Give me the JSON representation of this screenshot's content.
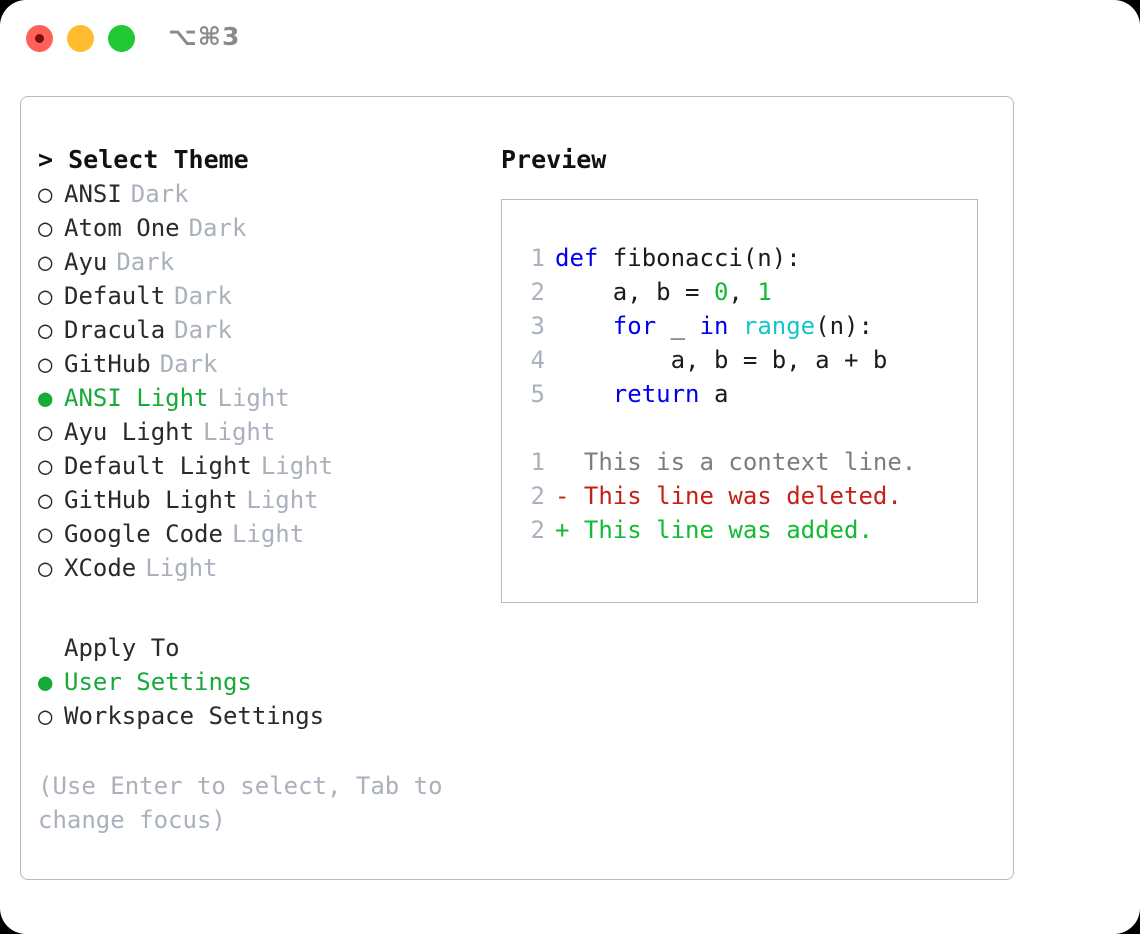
{
  "window": {
    "title": "⌥⌘3",
    "traffic_lights": [
      {
        "name": "close",
        "color": "#ff6158"
      },
      {
        "name": "minimize",
        "color": "#febc2e"
      },
      {
        "name": "maximize",
        "color": "#23c935"
      }
    ]
  },
  "theme_panel": {
    "heading": "> Select Theme",
    "selected_bullet": "●",
    "unselected_bullet": "○",
    "items": [
      {
        "label": "ANSI",
        "tag": "Dark",
        "selected": false
      },
      {
        "label": "Atom One",
        "tag": "Dark",
        "selected": false
      },
      {
        "label": "Ayu",
        "tag": "Dark",
        "selected": false
      },
      {
        "label": "Default",
        "tag": "Dark",
        "selected": false
      },
      {
        "label": "Dracula",
        "tag": "Dark",
        "selected": false
      },
      {
        "label": "GitHub",
        "tag": "Dark",
        "selected": false
      },
      {
        "label": "ANSI Light",
        "tag": "Light",
        "selected": true
      },
      {
        "label": "Ayu Light",
        "tag": "Light",
        "selected": false
      },
      {
        "label": "Default Light",
        "tag": "Light",
        "selected": false
      },
      {
        "label": "GitHub Light",
        "tag": "Light",
        "selected": false
      },
      {
        "label": "Google Code",
        "tag": "Light",
        "selected": false
      },
      {
        "label": "XCode",
        "tag": "Light",
        "selected": false
      }
    ]
  },
  "apply_to": {
    "heading": "Apply To",
    "items": [
      {
        "label": "User Settings",
        "selected": true
      },
      {
        "label": "Workspace Settings",
        "selected": false
      }
    ]
  },
  "hint": "(Use Enter to select, Tab to change focus)",
  "preview": {
    "heading": "Preview",
    "code_lines": [
      {
        "num": "1",
        "tokens": [
          {
            "t": "def ",
            "c": "kw"
          },
          {
            "t": "fibonacci(n):",
            "c": "plain"
          }
        ]
      },
      {
        "num": "2",
        "tokens": [
          {
            "t": "    a, b = ",
            "c": "plain"
          },
          {
            "t": "0",
            "c": "num"
          },
          {
            "t": ", ",
            "c": "plain"
          },
          {
            "t": "1",
            "c": "num"
          }
        ]
      },
      {
        "num": "3",
        "tokens": [
          {
            "t": "    ",
            "c": "plain"
          },
          {
            "t": "for",
            "c": "kw"
          },
          {
            "t": " _ ",
            "c": "plain"
          },
          {
            "t": "in",
            "c": "kw"
          },
          {
            "t": " ",
            "c": "plain"
          },
          {
            "t": "range",
            "c": "fn"
          },
          {
            "t": "(n):",
            "c": "plain"
          }
        ]
      },
      {
        "num": "4",
        "tokens": [
          {
            "t": "        a, b = b, a + b",
            "c": "plain"
          }
        ]
      },
      {
        "num": "5",
        "tokens": [
          {
            "t": "    ",
            "c": "plain"
          },
          {
            "t": "return",
            "c": "kw"
          },
          {
            "t": " a",
            "c": "plain"
          }
        ]
      }
    ],
    "diff_lines": [
      {
        "num": "1",
        "marker": "  ",
        "text": "This is a context line.",
        "kind": "ctx"
      },
      {
        "num": "2",
        "marker": "- ",
        "text": "This line was deleted.",
        "kind": "del"
      },
      {
        "num": "2",
        "marker": "+ ",
        "text": "This line was added.",
        "kind": "add"
      }
    ]
  },
  "colors": {
    "accent_green": "#16aa39",
    "muted": "#aab1bd",
    "keyword_blue": "#0000ef",
    "function_cyan": "#16c5c8",
    "number_green": "#12bb32",
    "diff_del_red": "#c32116",
    "diff_add_green": "#12bb32",
    "border": "#b3bbc7"
  }
}
